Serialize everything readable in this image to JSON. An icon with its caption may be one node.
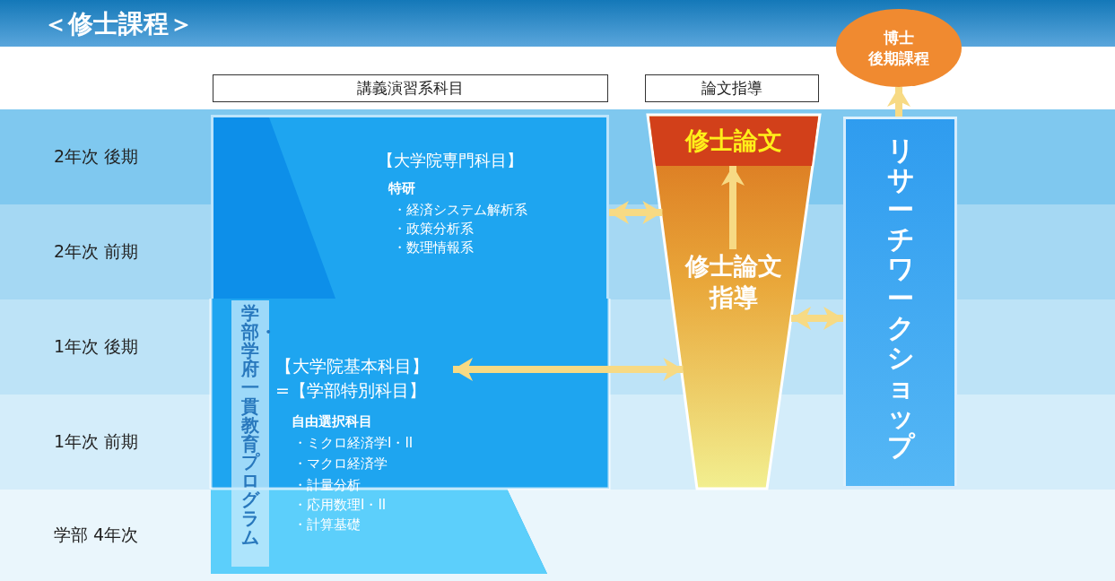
{
  "diagram": {
    "title": "＜修士課程＞",
    "nodes": [
      {
        "text": [
          "講義演習系科目"
        ]
      },
      {
        "text": [
          "論文指導"
        ]
      },
      {
        "text": [
          "博士",
          "後期課程"
        ]
      },
      {
        "text": [
          "【大学院専門科目】",
          "特研",
          "・経済システム解析系",
          "・政策分析系",
          "・数理情報系"
        ]
      },
      {
        "text": [
          "【大学院基本科目】=【学部特別科目】",
          "自由選択科目",
          "・ミクロ経済学I・II",
          "・マクロ経済学",
          "・計量分析",
          "・応用数理I・II",
          "・計算基礎"
        ]
      },
      {
        "text": [
          "学部・学府一貫教育プログラム"
        ],
        "in": 4
      },
      {
        "text": [],
        "shape": "funnel"
      },
      {
        "text": [
          "修士論文"
        ],
        "in": 6
      },
      {
        "text": [
          "修士論文指導"
        ],
        "in": 6
      },
      {
        "text": [
          "リサーチワークショップ"
        ]
      }
    ],
    "edges": [
      {
        "from": 3,
        "to": 6,
        "arrow": "both"
      },
      {
        "from": 4,
        "to": 6,
        "arrow": "both"
      },
      {
        "from": 6,
        "to": 9,
        "arrow": "both"
      },
      {
        "from": 9,
        "to": 2,
        "arrow": "to"
      },
      {
        "from": 8,
        "to": 7,
        "arrow": "to"
      }
    ],
    "labels": [
      "2年次 後期",
      "2年次 前期",
      "1年次 後期",
      "1年次 前期",
      "学部 4年次"
    ]
  }
}
